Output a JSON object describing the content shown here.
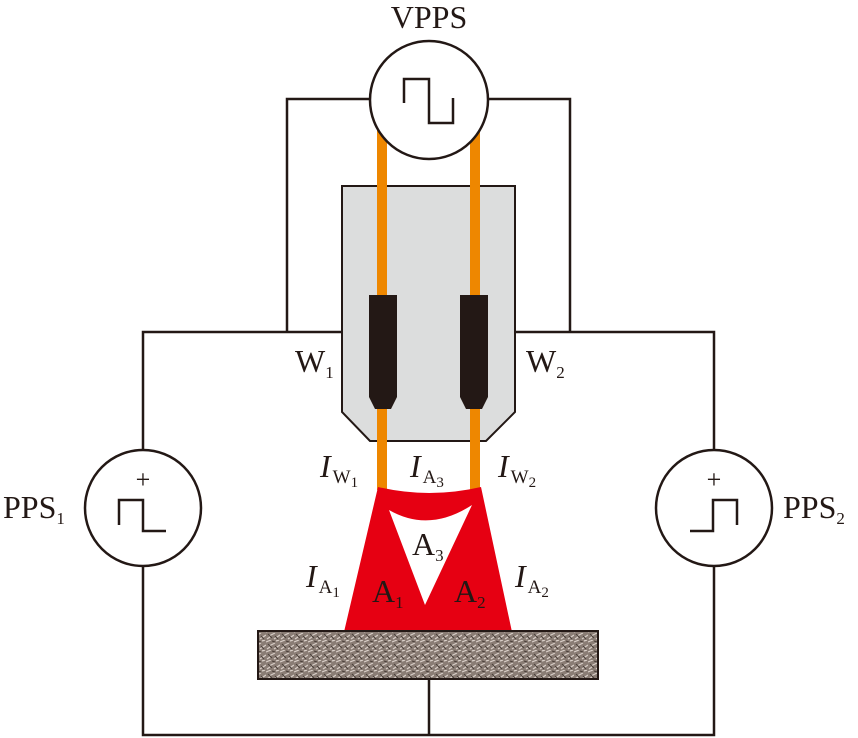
{
  "diagram": {
    "type": "circuit-schematic",
    "colors": {
      "wire": "#231815",
      "electrode_wire": "#ee8700",
      "torch_body": "#dcdddd",
      "contact_tip": "#231815",
      "arc": "#e60012",
      "workpiece": "#7d7068",
      "background": "#ffffff"
    },
    "labels": {
      "vpps": "VPPS",
      "pps1": {
        "main": "PPS",
        "sub": "1"
      },
      "pps2": {
        "main": "PPS",
        "sub": "2"
      },
      "w1": {
        "main": "W",
        "sub": "1"
      },
      "w2": {
        "main": "W",
        "sub": "2"
      },
      "i_w1": {
        "main": "I",
        "sub": "W",
        "subsub": "1"
      },
      "i_w2": {
        "main": "I",
        "sub": "W",
        "subsub": "2"
      },
      "i_a3": {
        "main": "I",
        "sub": "A",
        "subsub": "3"
      },
      "i_a1": {
        "main": "I",
        "sub": "A",
        "subsub": "1"
      },
      "i_a2": {
        "main": "I",
        "sub": "A",
        "subsub": "2"
      },
      "a1": {
        "main": "A",
        "sub": "1"
      },
      "a2": {
        "main": "A",
        "sub": "2"
      },
      "a3": {
        "main": "A",
        "sub": "3"
      },
      "plus_sign": "+"
    },
    "components": [
      {
        "id": "vpps",
        "name": "Variable polarity pulsed power source",
        "symbol": "square-wave (bipolar)"
      },
      {
        "id": "pps1",
        "name": "Pulsed power source 1",
        "symbol": "positive pulse"
      },
      {
        "id": "pps2",
        "name": "Pulsed power source 2",
        "symbol": "positive pulse"
      },
      {
        "id": "torch",
        "name": "Twin-wire welding torch"
      },
      {
        "id": "arc",
        "name": "Arc region (A1, A2, A3)"
      },
      {
        "id": "workpiece",
        "name": "Workpiece"
      }
    ]
  }
}
